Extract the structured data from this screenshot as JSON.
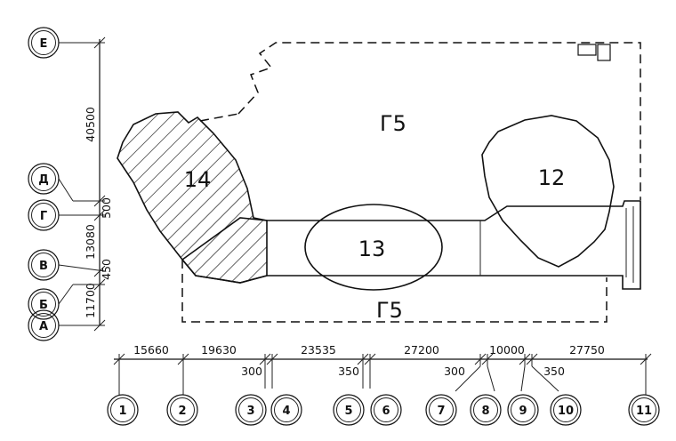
{
  "zones": {
    "g5_upper": "Г5",
    "g5_lower": "Г5",
    "z12": "12",
    "z13": "13",
    "z14": "14"
  },
  "row_axes": [
    "Е",
    "Д",
    "Г",
    "В",
    "Б",
    "А"
  ],
  "col_axes": [
    "1",
    "2",
    "3",
    "4",
    "5",
    "6",
    "7",
    "8",
    "9",
    "10",
    "11"
  ],
  "vertical_dims": [
    "40500",
    "500",
    "13080",
    "450",
    "11700"
  ],
  "horizontal_dims": {
    "main": [
      "15660",
      "19630",
      "23535",
      "27200",
      "10000",
      "27750"
    ],
    "offsets": [
      "300",
      "350",
      "300",
      "350"
    ]
  }
}
